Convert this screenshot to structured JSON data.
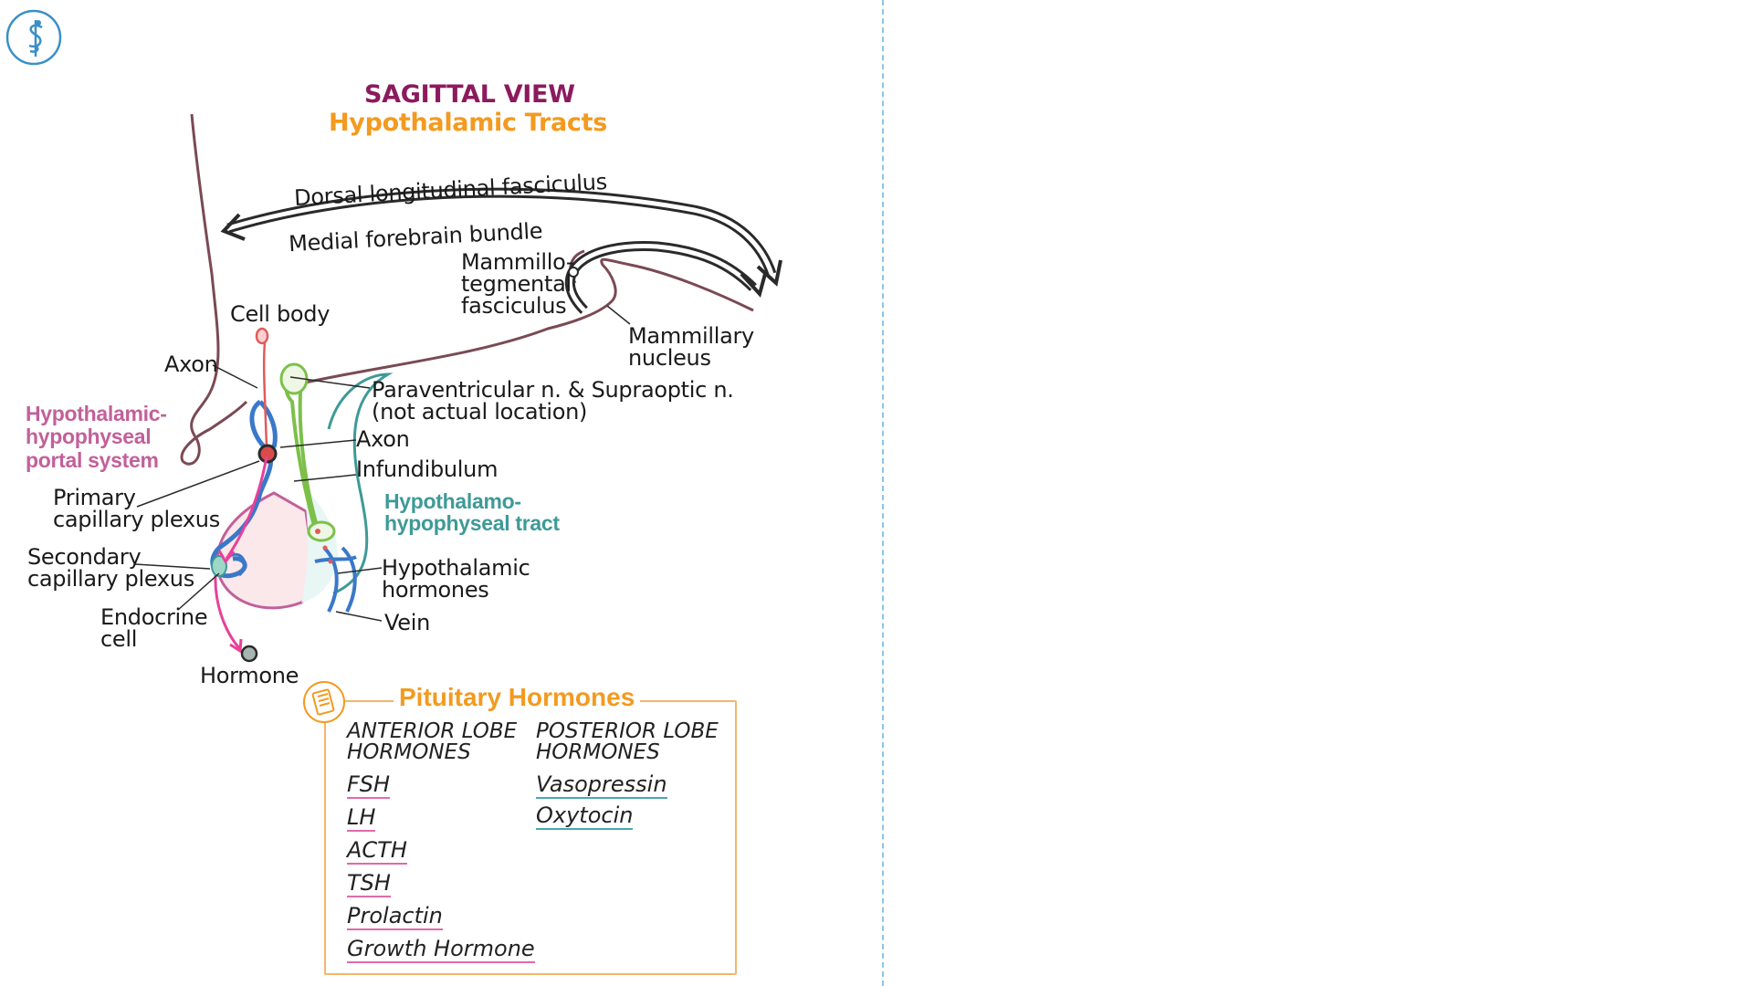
{
  "titles": {
    "view": "SAGITTAL VIEW",
    "subject": "Hypothalamic Tracts"
  },
  "labels": {
    "dorsal": "Dorsal longitudinal fasciculus",
    "medial": "Medial forebrain bundle",
    "mammillo": "Mammillo-\ntegmental\nfasciculus",
    "cell_body": "Cell body",
    "mammillary": "Mammillary\nnucleus",
    "axon1": "Axon",
    "paraventricular": "Paraventricular n. & Supraoptic n.\n(not actual location)",
    "portal_system": "Hypothalamic-\nhypophyseal\nportal system",
    "axon2": "Axon",
    "infundibulum": "Infundibulum",
    "primary": "Primary\ncapillary plexus",
    "tract": "Hypothalamo-\nhypophyseal tract",
    "secondary": "Secondary\ncapillary plexus",
    "hypo_hormones": "Hypothalamic\nhormones",
    "endocrine": "Endocrine\ncell",
    "vein": "Vein",
    "hormone": "Hormone"
  },
  "box": {
    "title": "Pituitary Hormones",
    "anterior_head": "ANTERIOR LOBE\nHORMONES",
    "posterior_head": "POSTERIOR LOBE\nHORMONES",
    "anterior": [
      "FSH",
      "LH",
      "ACTH",
      "TSH",
      "Prolactin",
      "Growth Hormone"
    ],
    "posterior": [
      "Vasopressin",
      "Oxytocin"
    ]
  },
  "icons": {
    "logo": "caduceus-logo-icon",
    "notes": "notepad-icon"
  },
  "colors": {
    "view_title": "#8c1a5e",
    "subject_title": "#f39a1f",
    "portal": "#c2609a",
    "tract": "#3e9a97",
    "box_border": "#f5b56a",
    "outline": "#7a4a55",
    "vessel_blue": "#3a78c9",
    "neuron_green": "#7cc04a",
    "arrow_pink": "#e8409a"
  }
}
